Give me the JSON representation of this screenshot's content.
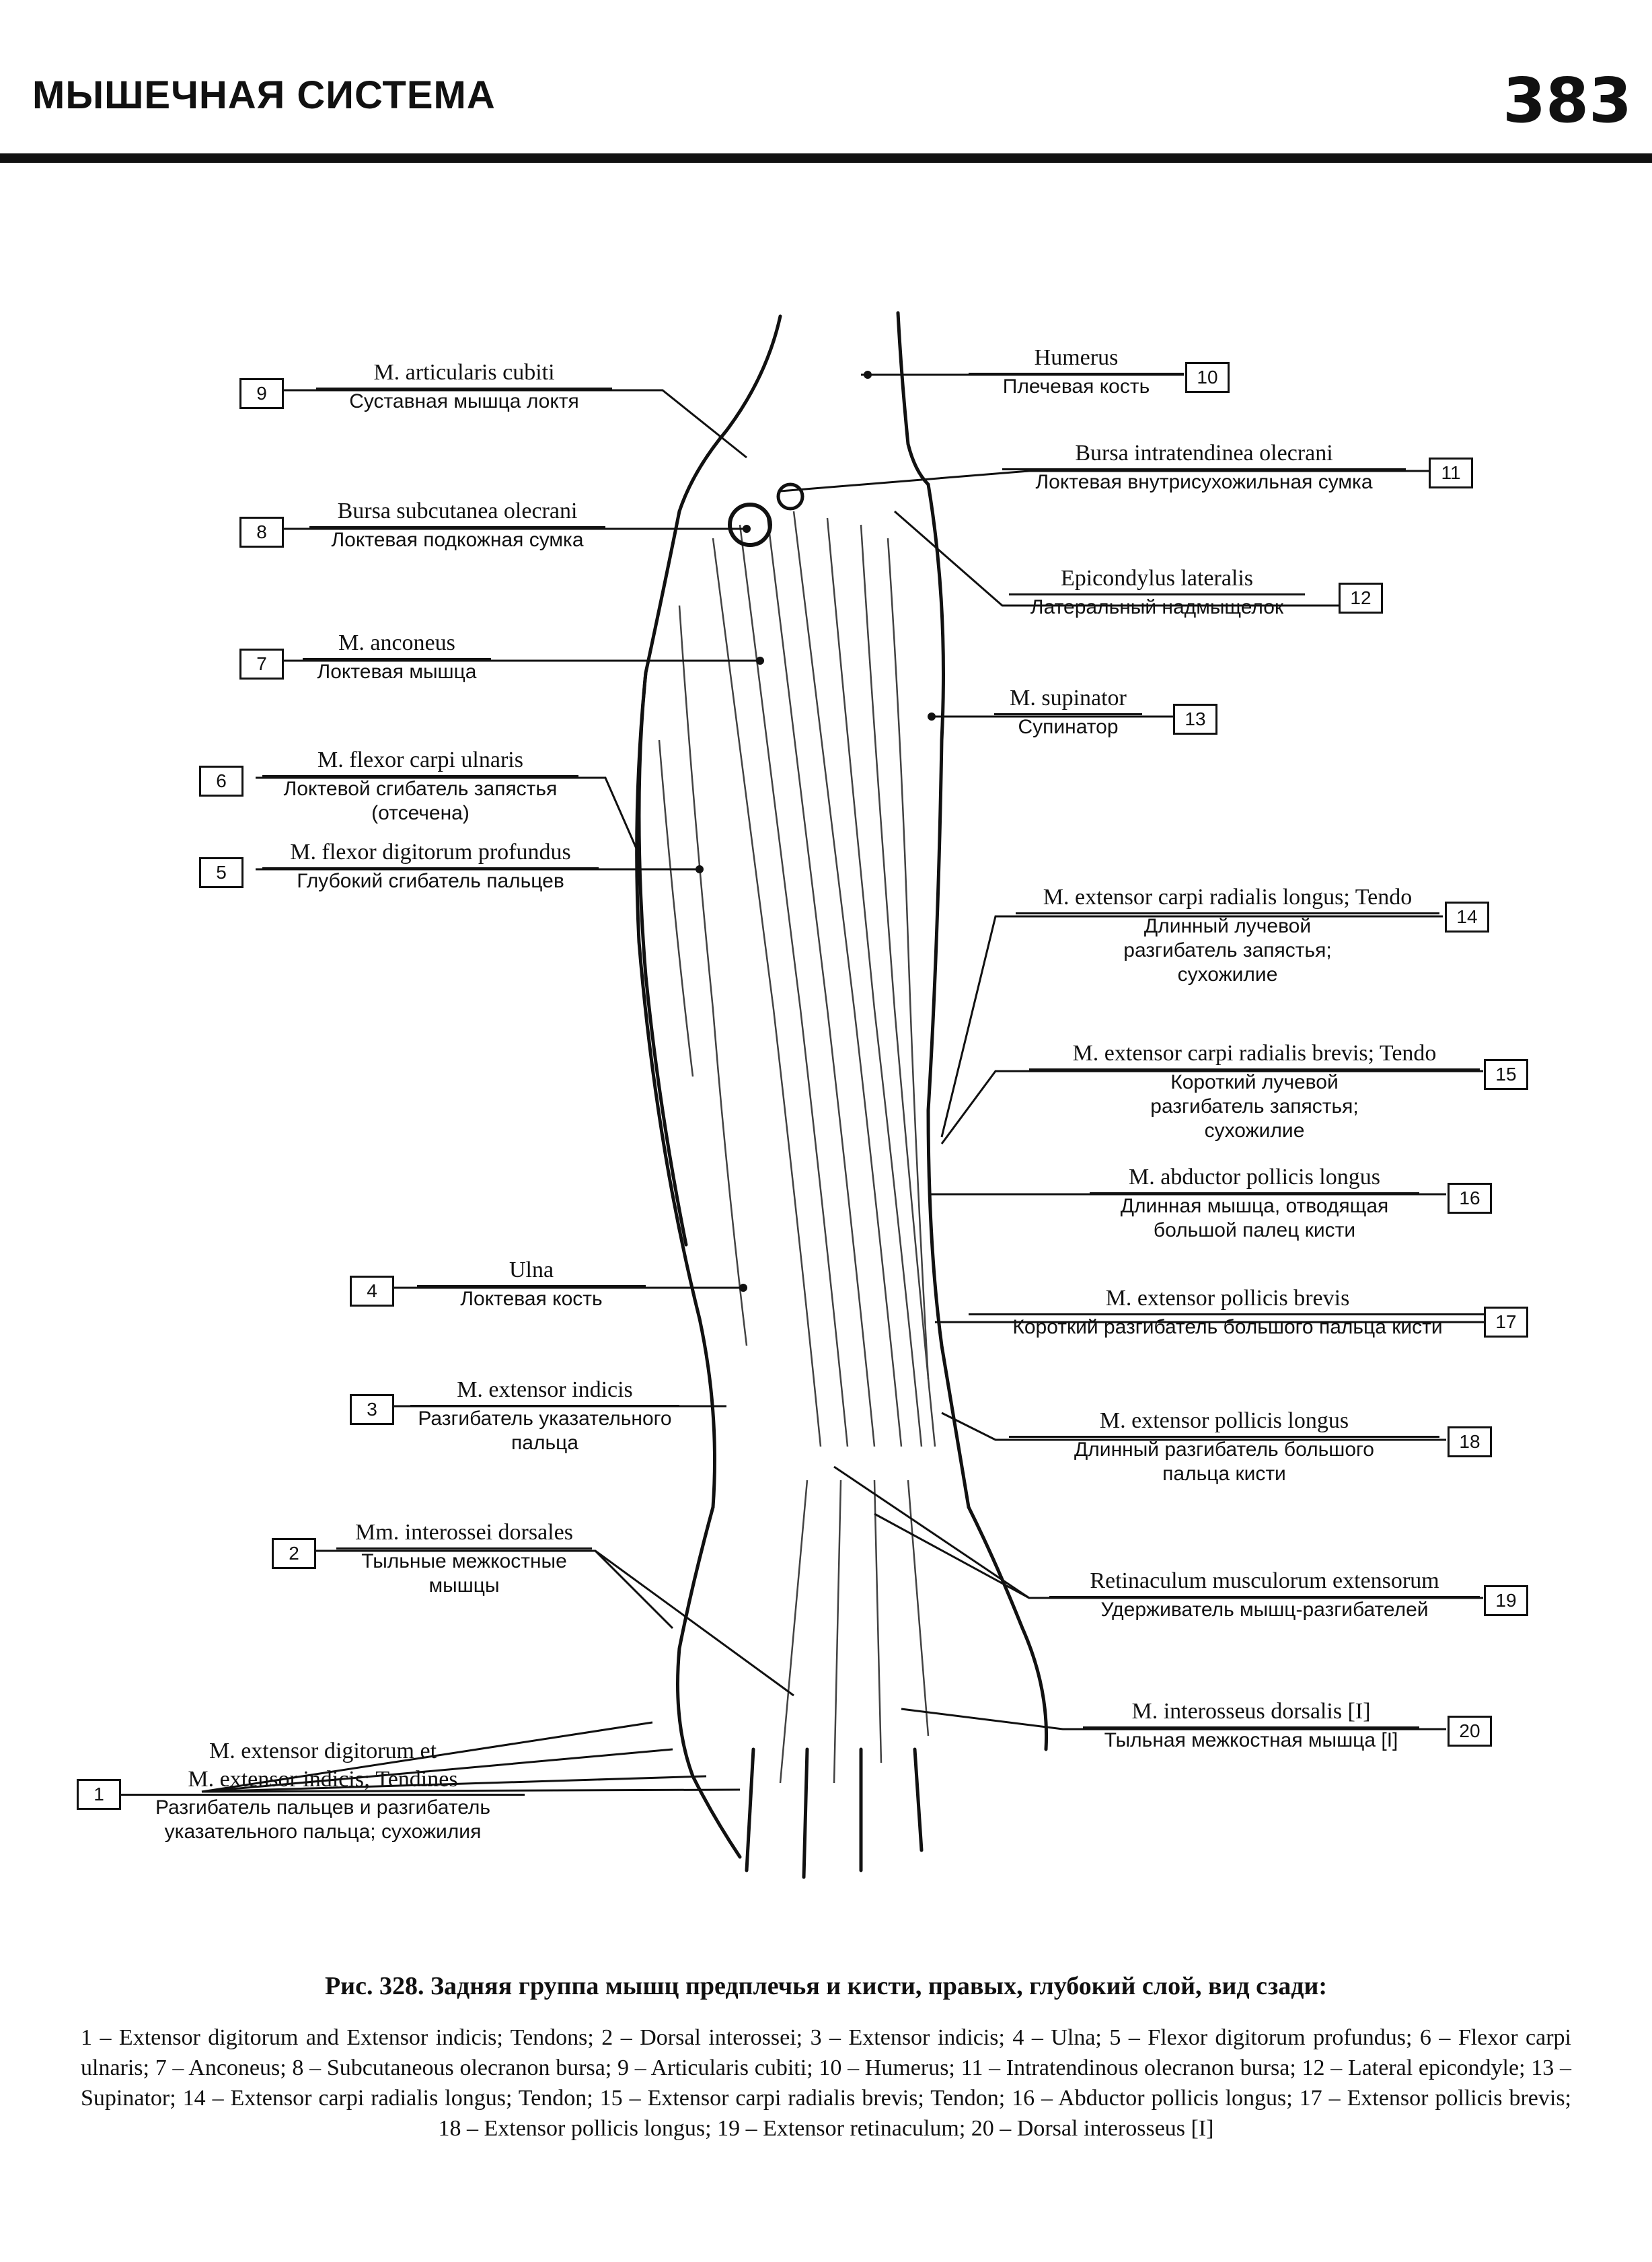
{
  "header": {
    "section_title": "МЫШЕЧНАЯ СИСТЕМА",
    "page_number": "383"
  },
  "labels": [
    {
      "n": "1",
      "lat": "M. extensor digitorum et\nM. extensor indicis; Tendines",
      "rus": "Разгибатель пальцев и разгибатель указательного пальца; сухожилия"
    },
    {
      "n": "2",
      "lat": "Mm. interossei dorsales",
      "rus": "Тыльные межкостные мышцы"
    },
    {
      "n": "3",
      "lat": "M. extensor indicis",
      "rus": "Разгибатель указательного пальца"
    },
    {
      "n": "4",
      "lat": "Ulna",
      "rus": "Локтевая кость"
    },
    {
      "n": "5",
      "lat": "M. flexor digitorum profundus",
      "rus": "Глубокий сгибатель пальцев"
    },
    {
      "n": "6",
      "lat": "M. flexor carpi ulnaris",
      "rus": "Локтевой сгибатель запястья (отсечена)"
    },
    {
      "n": "7",
      "lat": "M. anconeus",
      "rus": "Локтевая мышца"
    },
    {
      "n": "8",
      "lat": "Bursa subcutanea olecrani",
      "rus": "Локтевая подкожная сумка"
    },
    {
      "n": "9",
      "lat": "M. articularis cubiti",
      "rus": "Суставная мышца локтя"
    },
    {
      "n": "10",
      "lat": "Humerus",
      "rus": "Плечевая кость"
    },
    {
      "n": "11",
      "lat": "Bursa intratendinea olecrani",
      "rus": "Локтевая внутрисухожильная сумка"
    },
    {
      "n": "12",
      "lat": "Epicondylus lateralis",
      "rus": "Латеральный надмыщелок"
    },
    {
      "n": "13",
      "lat": "M. supinator",
      "rus": "Супинатор"
    },
    {
      "n": "14",
      "lat": "M. extensor carpi radialis longus; Tendo",
      "rus": "Длинный лучевой разгибатель запястья; сухожилие"
    },
    {
      "n": "15",
      "lat": "M. extensor carpi radialis brevis; Tendo",
      "rus": "Короткий лучевой разгибатель запястья; сухожилие"
    },
    {
      "n": "16",
      "lat": "M. abductor pollicis longus",
      "rus": "Длинная мышца, отводящая большой палец кисти"
    },
    {
      "n": "17",
      "lat": "M. extensor pollicis brevis",
      "rus": "Короткий разгибатель большого пальца кисти"
    },
    {
      "n": "18",
      "lat": "M. extensor pollicis longus",
      "rus": "Длинный разгибатель большого пальца кисти"
    },
    {
      "n": "19",
      "lat": "Retinaculum musculorum extensorum",
      "rus": "Удерживатель мышц-разгибателей"
    },
    {
      "n": "20",
      "lat": "M. interosseus dorsalis [I]",
      "rus": "Тыльная межкостная мышца [I]"
    }
  ],
  "caption": {
    "title": "Рис. 328. Задняя группа мышц предплечья и кисти, правых, глубокий слой, вид сзади:",
    "body": "1 – Extensor digitorum and Extensor indicis; Tendons; 2 – Dorsal interossei; 3 – Extensor indicis; 4 – Ulna; 5 – Flexor digitorum profundus; 6 – Flexor carpi ulnaris; 7 – Anconeus; 8 – Subcutaneous olecranon bursa; 9 – Articularis cubiti; 10 – Humerus; 11 – Intratendinous olecranon bursa; 12 – Lateral epicondyle; 13 – Supinator; 14 – Extensor carpi radialis longus; Tendon; 15 – Extensor carpi radialis brevis; Tendon; 16 – Abductor pollicis longus; 17 – Extensor pollicis brevis; 18 – Extensor pollicis longus; 19 – Extensor retinaculum; 20 – Dorsal interosseus [I]"
  }
}
